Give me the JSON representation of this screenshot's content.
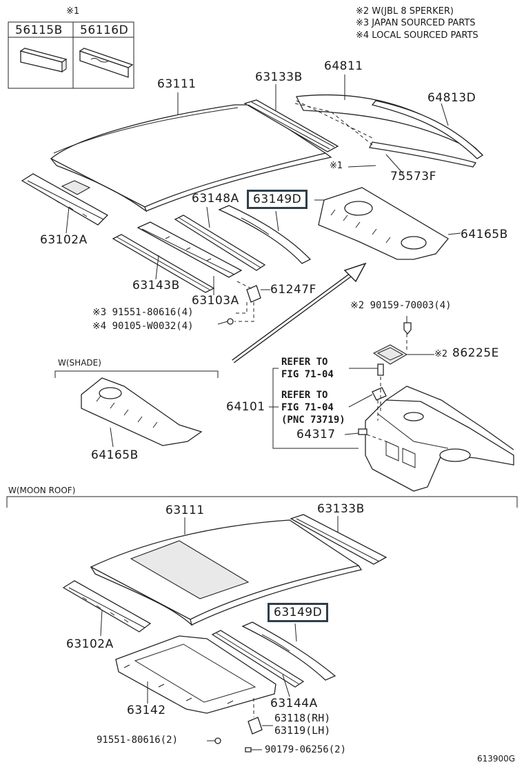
{
  "notes": {
    "n1_mark": "※1",
    "n2": "※2 W(JBL 8 SPERKER)",
    "n3": "※3 JAPAN SOURCED PARTS",
    "n4": "※4 LOCAL SOURCED PARTS"
  },
  "inset_table": {
    "col1": "56115B",
    "col2": "56116D"
  },
  "labels": {
    "p63111_top": "63111",
    "p63133B_top": "63133B",
    "p64811": "64811",
    "p64813D": "64813D",
    "p75573F": "75573F",
    "mark1_75573F": "※1",
    "p63148A": "63148A",
    "p63149D_top": "63149D",
    "p64165B_top": "64165B",
    "p63102A_top": "63102A",
    "p63143B": "63143B",
    "p63103A": "63103A",
    "p61247F": "61247F",
    "bolt1": "※3 91551-80616(4)",
    "bolt2": "※4 90105-W0032(4)",
    "clip1": "※2 90159-70003(4)",
    "p86225E": "86225E",
    "mark2_86225E": "※2",
    "refer1a": "REFER TO",
    "refer1b": "FIG 71-04",
    "refer2a": "REFER TO",
    "refer2b": "FIG 71-04",
    "refer2c": "(PNC 73719)",
    "p64101": "64101",
    "p64317": "64317",
    "shade_title": "W(SHADE)",
    "p64165B_shade": "64165B",
    "moon_title": "W(MOON ROOF)",
    "p63111_moon": "63111",
    "p63133B_moon": "63133B",
    "p63149D_moon": "63149D",
    "p63102A_moon": "63102A",
    "p63142": "63142",
    "p63144A": "63144A",
    "p63118": "63118(RH)",
    "p63119": "63119(LH)",
    "bolt3": "91551-80616(2)",
    "bolt4": "90179-06256(2)",
    "figure_id": "613900G"
  }
}
